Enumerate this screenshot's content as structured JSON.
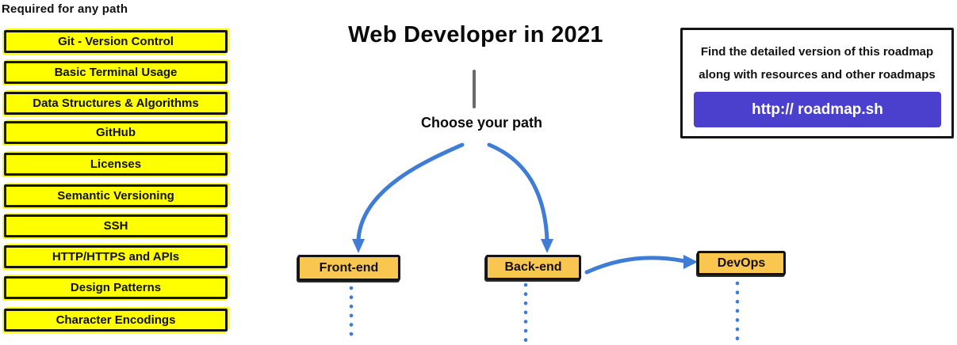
{
  "title": "Web Developer in 2021",
  "sidebar": {
    "heading": "Required for any path",
    "items": [
      {
        "label": "Git - Version Control"
      },
      {
        "label": "Basic Terminal Usage"
      },
      {
        "label": "Data Structures & Algorithms"
      },
      {
        "label": "GitHub"
      },
      {
        "label": "Licenses"
      },
      {
        "label": "Semantic Versioning"
      },
      {
        "label": "SSH"
      },
      {
        "label": "HTTP/HTTPS and APIs"
      },
      {
        "label": "Design Patterns"
      },
      {
        "label": "Character Encodings"
      }
    ]
  },
  "flow": {
    "choose_label": "Choose your path",
    "paths": [
      {
        "label": "Front-end"
      },
      {
        "label": "Back-end"
      },
      {
        "label": "DevOps"
      }
    ]
  },
  "info_box": {
    "line1": "Find the detailed version of this roadmap",
    "line2": "along with resources and other roadmaps",
    "button_label": "http:// roadmap.sh"
  },
  "colors": {
    "required_box_yellow": "#FFFF00",
    "path_box_orange": "#F9C74F",
    "arrow_blue": "#3E7CD6",
    "button_purple": "#4B40CE",
    "connector_gray": "#6A6A6A",
    "border_black": "#141414"
  }
}
